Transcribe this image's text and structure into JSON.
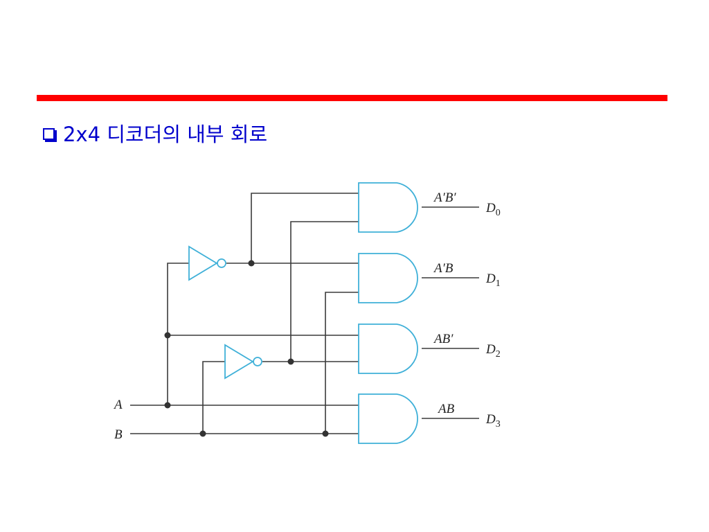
{
  "title": "2x4 디코더의 내부 회로",
  "colors": {
    "rule": "#ff0000",
    "title": "#0000cc",
    "gate": "#3fb0d8",
    "wire": "#3a3a3a"
  },
  "icons": {
    "bullet": "shadowed-square-bullet"
  },
  "inputs": [
    {
      "name": "A"
    },
    {
      "name": "B"
    }
  ],
  "gates": [
    {
      "expr": "A′B′",
      "output": "D",
      "index": "0"
    },
    {
      "expr": "A′B",
      "output": "D",
      "index": "1"
    },
    {
      "expr": "AB′",
      "output": "D",
      "index": "2"
    },
    {
      "expr": "AB",
      "output": "D",
      "index": "3"
    }
  ]
}
